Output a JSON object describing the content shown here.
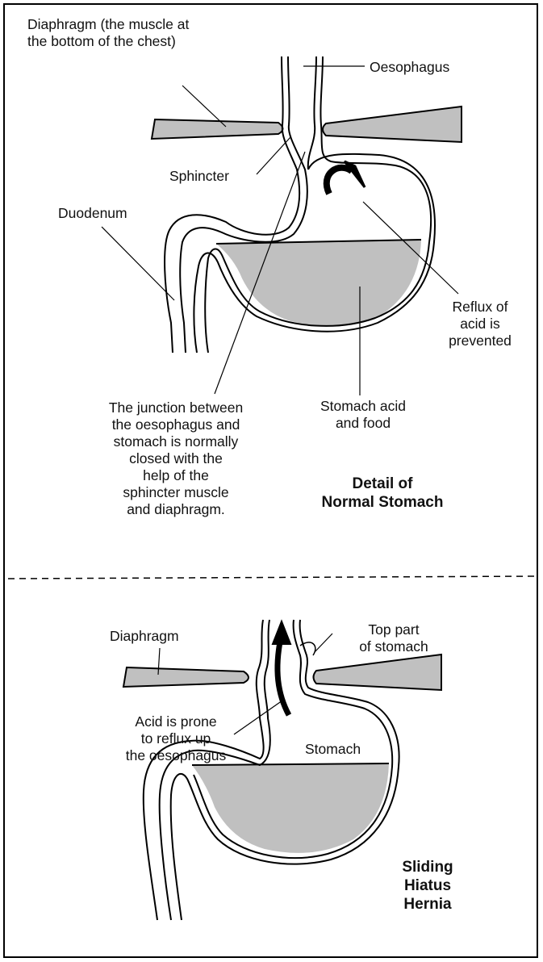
{
  "normal": {
    "diaphragm_label": "Diaphragm (the muscle at\nthe bottom of the chest)",
    "oesophagus_label": "Oesophagus",
    "sphincter_label": "Sphincter",
    "duodenum_label": "Duodenum",
    "reflux_label": "Reflux of\nacid is\nprevented",
    "junction_label": "The junction between\nthe oesophagus and\nstomach is normally\nclosed with the\nhelp of the\nsphincter muscle\nand diaphragm.",
    "acid_label": "Stomach acid\nand food",
    "caption": "Detail of\nNormal Stomach"
  },
  "hernia": {
    "diaphragm_label": "Diaphragm",
    "top_part_label": "Top part\nof stomach",
    "acid_label": "Acid is prone\nto reflux up\nthe oesophagus",
    "stomach_label": "Stomach",
    "caption": "Sliding\nHiatus\nHernia"
  },
  "colors": {
    "fill": "#c0c0c0",
    "line": "#000000",
    "background": "#ffffff"
  }
}
